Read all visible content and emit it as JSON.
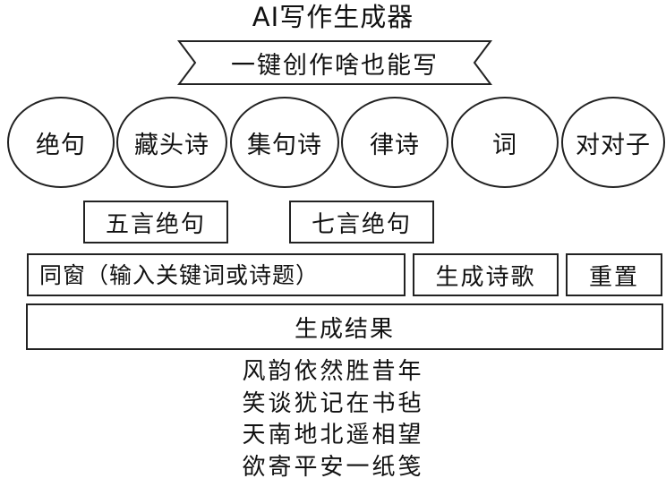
{
  "app": {
    "title": "AI写作生成器"
  },
  "banner": {
    "slogan": "一键创作啥也能写"
  },
  "modes": [
    {
      "label": "绝句"
    },
    {
      "label": "藏头诗"
    },
    {
      "label": "集句诗"
    },
    {
      "label": "律诗"
    },
    {
      "label": "词"
    },
    {
      "label": "对对子"
    }
  ],
  "sub_modes": [
    {
      "label": "五言绝句"
    },
    {
      "label": "七言绝句"
    }
  ],
  "prompt": {
    "placeholder": "同窗（输入关键词或诗题）"
  },
  "buttons": {
    "generate": "生成诗歌",
    "reset": "重置"
  },
  "result": {
    "header": "生成结果",
    "lines": [
      "风韵依然胜昔年",
      "笑谈犹记在书毡",
      "天南地北遥相望",
      "欲寄平安一纸笺"
    ]
  }
}
